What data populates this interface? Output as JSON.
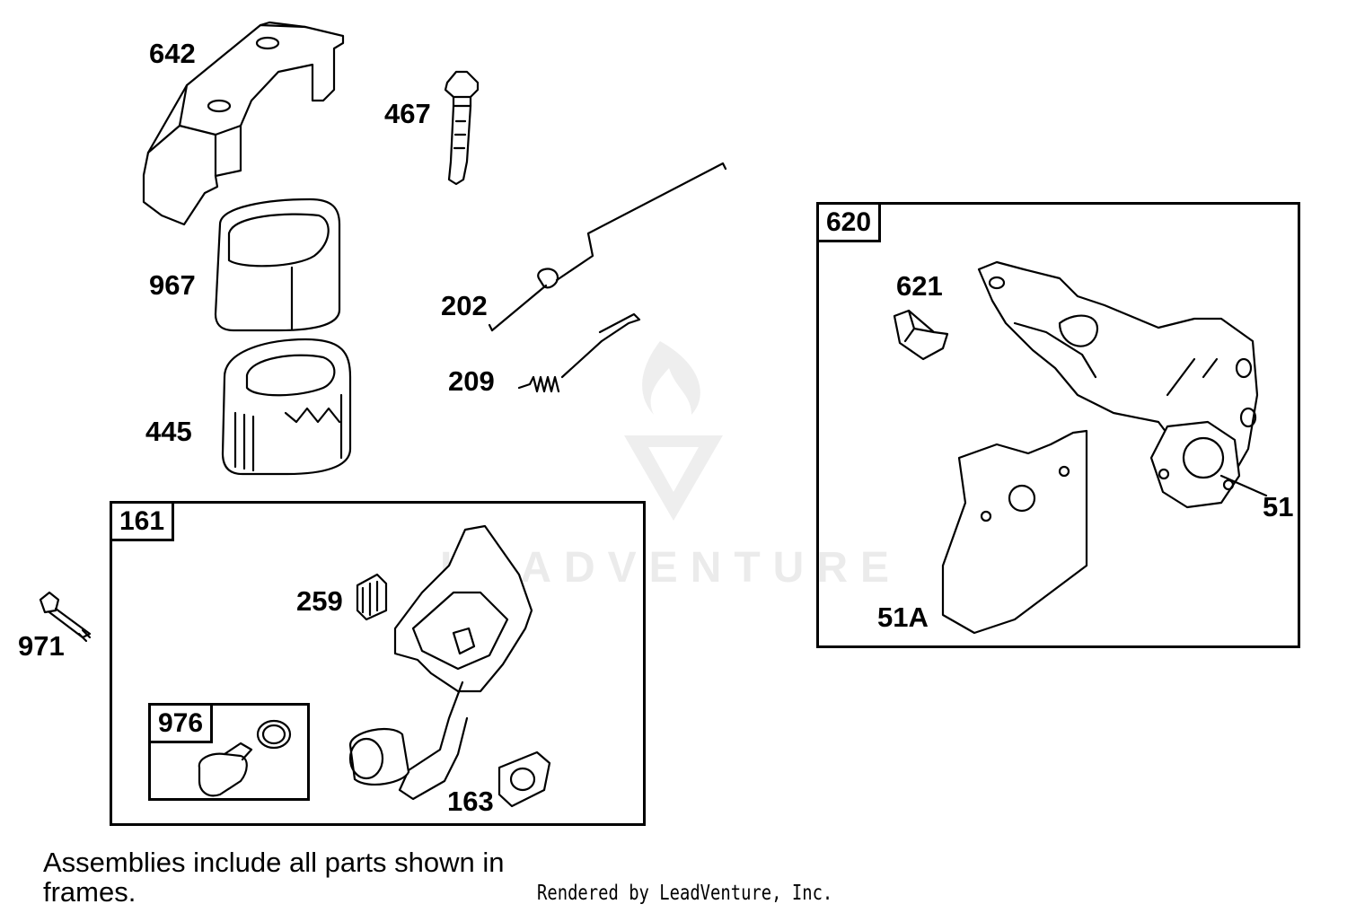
{
  "frames": {
    "f161": {
      "tag": "161"
    },
    "f976": {
      "tag": "976"
    },
    "f620": {
      "tag": "620"
    }
  },
  "callouts": {
    "c642": "642",
    "c467": "467",
    "c967": "967",
    "c202": "202",
    "c209": "209",
    "c445": "445",
    "c259": "259",
    "c971": "971",
    "c163": "163",
    "c621": "621",
    "c51": "51",
    "c51a": "51A"
  },
  "note": "Assemblies include all parts shown in frames.",
  "credit": "Rendered by LeadVenture, Inc.",
  "watermark": "LEADVENTURE"
}
